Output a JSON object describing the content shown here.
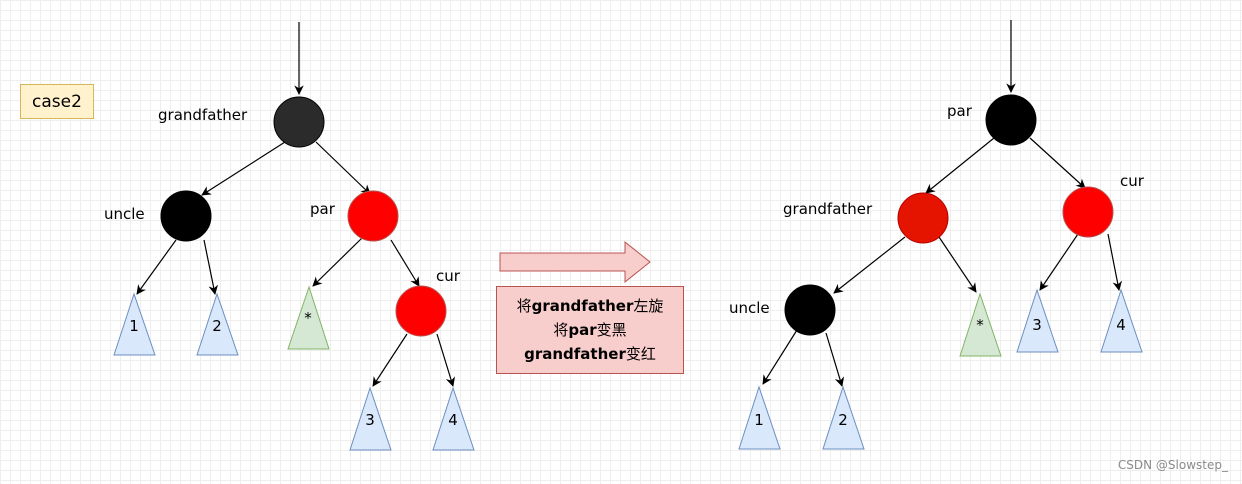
{
  "case_label": "case2",
  "steps": {
    "line1_prefix": "将",
    "line1_bold": "grandfather",
    "line1_suffix": "左旋",
    "line2_prefix": "将",
    "line2_bold": "par",
    "line2_suffix": "变黑",
    "line3_bold": "grandfather",
    "line3_suffix": "变红"
  },
  "left_tree": {
    "grandfather": "grandfather",
    "uncle": "uncle",
    "par": "par",
    "cur": "cur",
    "subtrees": [
      "1",
      "2",
      "*",
      "3",
      "4"
    ]
  },
  "right_tree": {
    "par": "par",
    "grandfather": "grandfather",
    "cur": "cur",
    "uncle": "uncle",
    "subtrees": [
      "1",
      "2",
      "*",
      "3",
      "4"
    ]
  },
  "colors": {
    "black_node": "#000000",
    "dark_node": "#2b2b2b",
    "red_node": "#ff0000",
    "red_node_alt": "#e51400",
    "blue_fill": "#dae8fc",
    "blue_stroke": "#6c8ebf",
    "green_fill": "#d5e8d4",
    "green_stroke": "#82b366",
    "arrow_fill": "#f8cecc",
    "arrow_stroke": "#b85450"
  },
  "watermark": "CSDN @Slowstep_"
}
